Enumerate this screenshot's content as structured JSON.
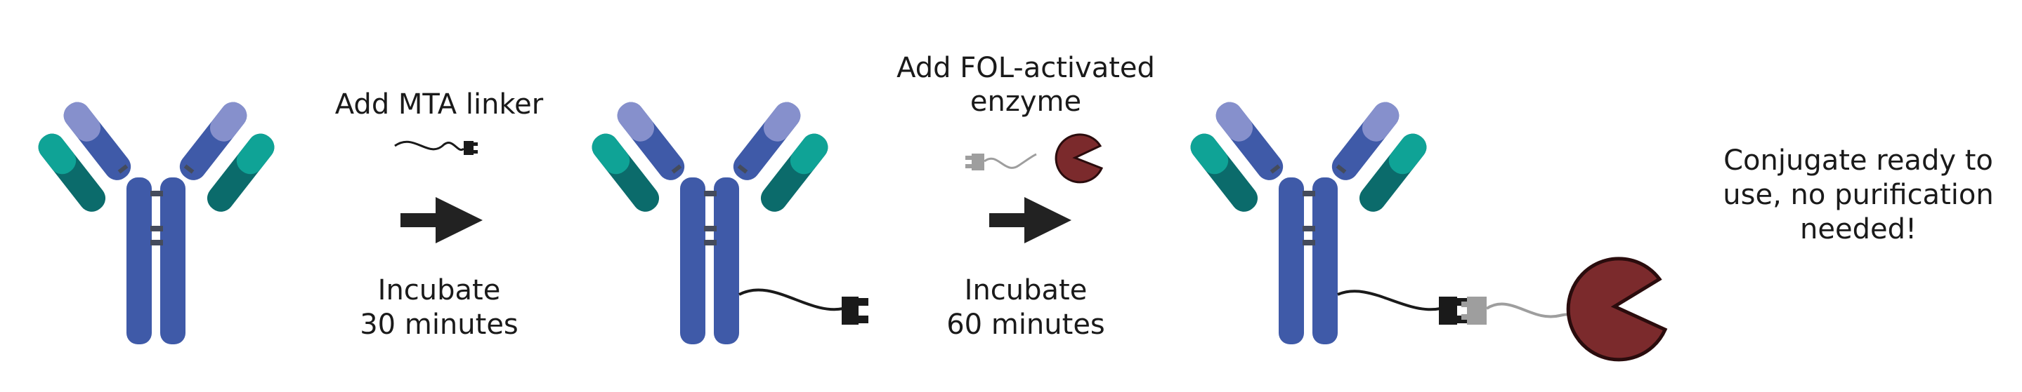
{
  "steps": {
    "step1": {
      "action": "Add MTA linker",
      "incubate_line1": "Incubate",
      "incubate_line2": "30 minutes"
    },
    "step2": {
      "action_line1": "Add FOL-activated",
      "action_line2": "enzyme",
      "incubate_line1": "Incubate",
      "incubate_line2": "60 minutes"
    },
    "result": {
      "line1": "Conjugate ready to",
      "line2": "use, no purification",
      "line3": "needed!"
    }
  },
  "colors": {
    "heavy_chain": "#3f5aa8",
    "heavy_chain_light": "#8690cc",
    "light_chain_teal": "#0fa396",
    "light_chain_dark": "#0b6b6b",
    "linker": "#1a1a1a",
    "fol_connector": "#9e9e9e",
    "enzyme": "#7b2a2c",
    "arrow": "#222222"
  },
  "icons": {
    "antibody": "antibody-icon",
    "linker": "mta-linker-icon",
    "enzyme": "enzyme-icon",
    "arrow": "right-arrow-icon"
  }
}
